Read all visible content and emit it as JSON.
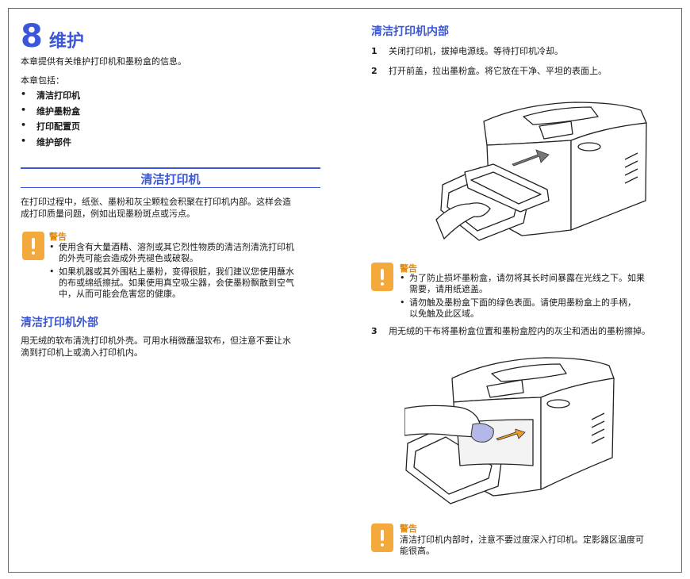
{
  "chapter": {
    "number": "8",
    "title": "维护"
  },
  "intro": "本章提供有关维护打印机和墨粉盒的信息。",
  "includes_label": "本章包括：",
  "toc": [
    "清洁打印机",
    "维护墨粉盒",
    "打印配置页",
    "维护部件"
  ],
  "section": {
    "title": "清洁打印机",
    "body_lines": [
      "在打印过程中，纸张、墨粉和灰尘颗粒会积聚在打印机内部。这样会造",
      "成打印质量问题，例如出现墨粉斑点或污点。"
    ]
  },
  "warning1": {
    "label": "警告",
    "items": [
      [
        "使用含有大量酒精、溶剂或其它烈性物质的清洁剂清洗打印机",
        "的外壳可能会造成外壳褪色或破裂。"
      ],
      [
        "如果机器或其外围粘上墨粉，变得很脏，我们建议您使用蘸水",
        "的布或绵纸擦拭。如果使用真空吸尘器，会使墨粉飘散到空气",
        "中，从而可能会危害您的健康。"
      ]
    ]
  },
  "exterior": {
    "title": "清洁打印机外部",
    "body_lines": [
      "用无绒的软布清洗打印机外壳。可用水稍微蘸湿软布，但注意不要让水",
      "滴到打印机上或滴入打印机内。"
    ]
  },
  "interior": {
    "title": "清洁打印机内部",
    "steps": [
      {
        "num": "1",
        "text": "关闭打印机，拔掉电源线。等待打印机冷却。"
      },
      {
        "num": "2",
        "text": "打开前盖，拉出墨粉盒。将它放在干净、平坦的表面上。"
      },
      {
        "num": "3",
        "text": "用无绒的干布将墨粉盒位置和墨粉盒腔内的灰尘和洒出的墨粉擦掉。"
      }
    ]
  },
  "warning2": {
    "label": "警告",
    "items": [
      [
        "为了防止损坏墨粉盒，请勿将其长时间暴露在光线之下。如果",
        "需要，请用纸遮盖。"
      ],
      [
        "请勿触及墨粉盒下面的绿色表面。请使用墨粉盒上的手柄，",
        "以免触及此区域。"
      ]
    ]
  },
  "warning3": {
    "label": "警告",
    "lines": [
      "清洁打印机内部时，注意不要过度深入打印机。定影器区温度可",
      "能很高。"
    ]
  },
  "bullet_glyph": "•",
  "colors": {
    "heading": "#3b56d8",
    "warning": "#f4a93c",
    "warning_text": "#e08a10"
  },
  "icons": [
    "warning-icon",
    "printer-illustration"
  ]
}
